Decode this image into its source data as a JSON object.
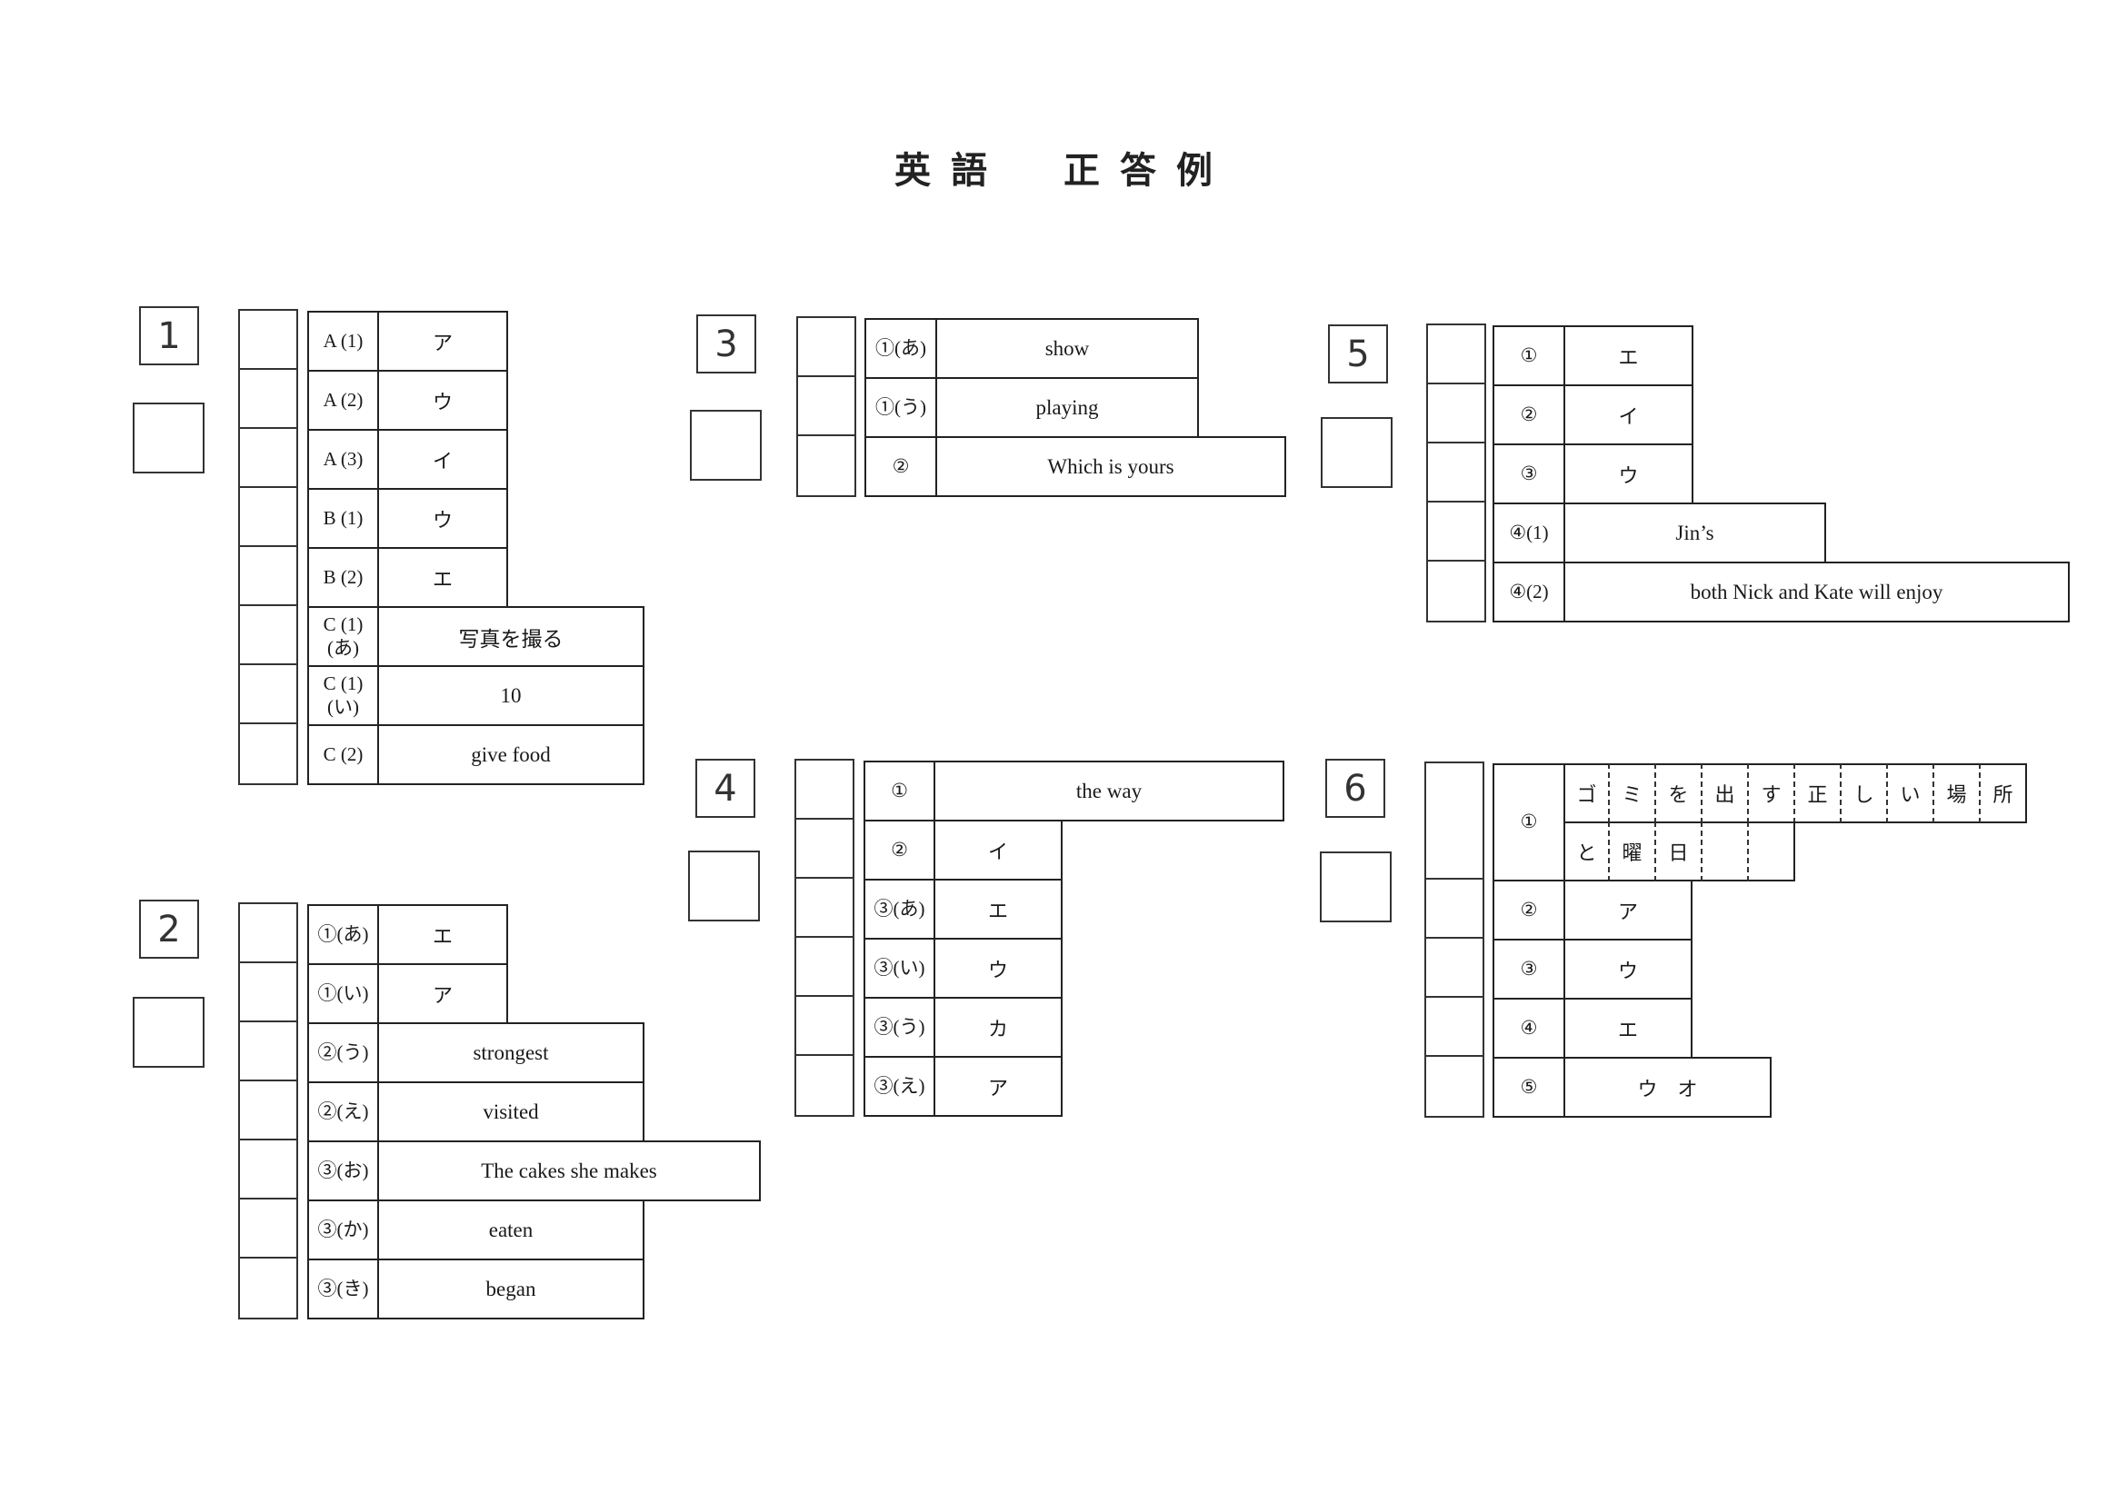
{
  "title": "英語　正答例",
  "sections": [
    {
      "number": "1",
      "rows": [
        {
          "label": "A (1)",
          "answer": "ア"
        },
        {
          "label": "A (2)",
          "answer": "ウ"
        },
        {
          "label": "A (3)",
          "answer": "イ"
        },
        {
          "label": "B (1)",
          "answer": "ウ"
        },
        {
          "label": "B (2)",
          "answer": "エ"
        },
        {
          "label": "C (1) (あ)",
          "answer": "写真を撮る"
        },
        {
          "label": "C (1) (い)",
          "answer": "10"
        },
        {
          "label": "C (2)",
          "answer": "give food"
        }
      ]
    },
    {
      "number": "2",
      "rows": [
        {
          "label": "①(あ)",
          "answer": "エ"
        },
        {
          "label": "①(い)",
          "answer": "ア"
        },
        {
          "label": "②(う)",
          "answer": "strongest"
        },
        {
          "label": "②(え)",
          "answer": "visited"
        },
        {
          "label": "③(お)",
          "answer": "The cakes she makes"
        },
        {
          "label": "③(か)",
          "answer": "eaten"
        },
        {
          "label": "③(き)",
          "answer": "began"
        }
      ]
    },
    {
      "number": "3",
      "rows": [
        {
          "label": "①(あ)",
          "answer": "show"
        },
        {
          "label": "①(う)",
          "answer": "playing"
        },
        {
          "label": "②",
          "answer": "Which is yours"
        }
      ]
    },
    {
      "number": "4",
      "rows": [
        {
          "label": "①",
          "answer": "the way"
        },
        {
          "label": "②",
          "answer": "イ"
        },
        {
          "label": "③(あ)",
          "answer": "エ"
        },
        {
          "label": "③(い)",
          "answer": "ウ"
        },
        {
          "label": "③(う)",
          "answer": "カ"
        },
        {
          "label": "③(え)",
          "answer": "ア"
        }
      ]
    },
    {
      "number": "5",
      "rows": [
        {
          "label": "①",
          "answer": "エ"
        },
        {
          "label": "②",
          "answer": "イ"
        },
        {
          "label": "③",
          "answer": "ウ"
        },
        {
          "label": "④(1)",
          "answer": "Jin’s"
        },
        {
          "label": "④(2)",
          "answer": "both Nick and Kate will enjoy"
        }
      ]
    },
    {
      "number": "6",
      "rows": [
        {
          "label": "①",
          "chars": [
            "ゴ",
            "ミ",
            "を",
            "出",
            "す",
            "正",
            "し",
            "い",
            "場",
            "所",
            "と",
            "曜",
            "日"
          ]
        },
        {
          "label": "②",
          "answer": "ア"
        },
        {
          "label": "③",
          "answer": "ウ"
        },
        {
          "label": "④",
          "answer": "エ"
        },
        {
          "label": "⑤",
          "answer": "ウ　オ"
        }
      ]
    }
  ]
}
